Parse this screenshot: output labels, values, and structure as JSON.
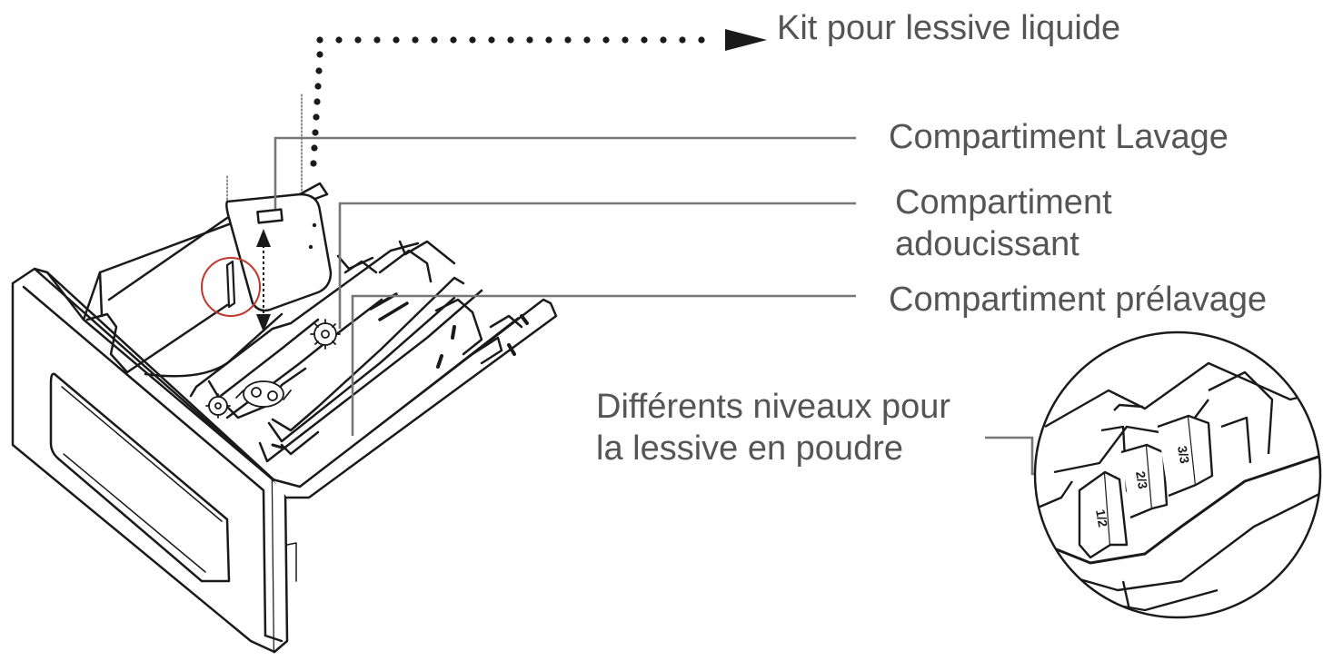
{
  "labels": {
    "kit": "Kit pour lessive liquide",
    "lavage": "Compartiment Lavage",
    "adoucissant_line1": "Compartiment",
    "adoucissant_line2": "adoucissant",
    "prelavage": "Compartiment prélavage",
    "niveaux_line1": "Différents niveaux pour",
    "niveaux_line2": "la lessive en poudre"
  },
  "level_marks": [
    "1/2",
    "2/3",
    "3/3"
  ],
  "colors": {
    "drawing": "#1a1a1a",
    "leader": "#777777",
    "label_text": "#555555",
    "highlight_circle": "#c0392b"
  }
}
